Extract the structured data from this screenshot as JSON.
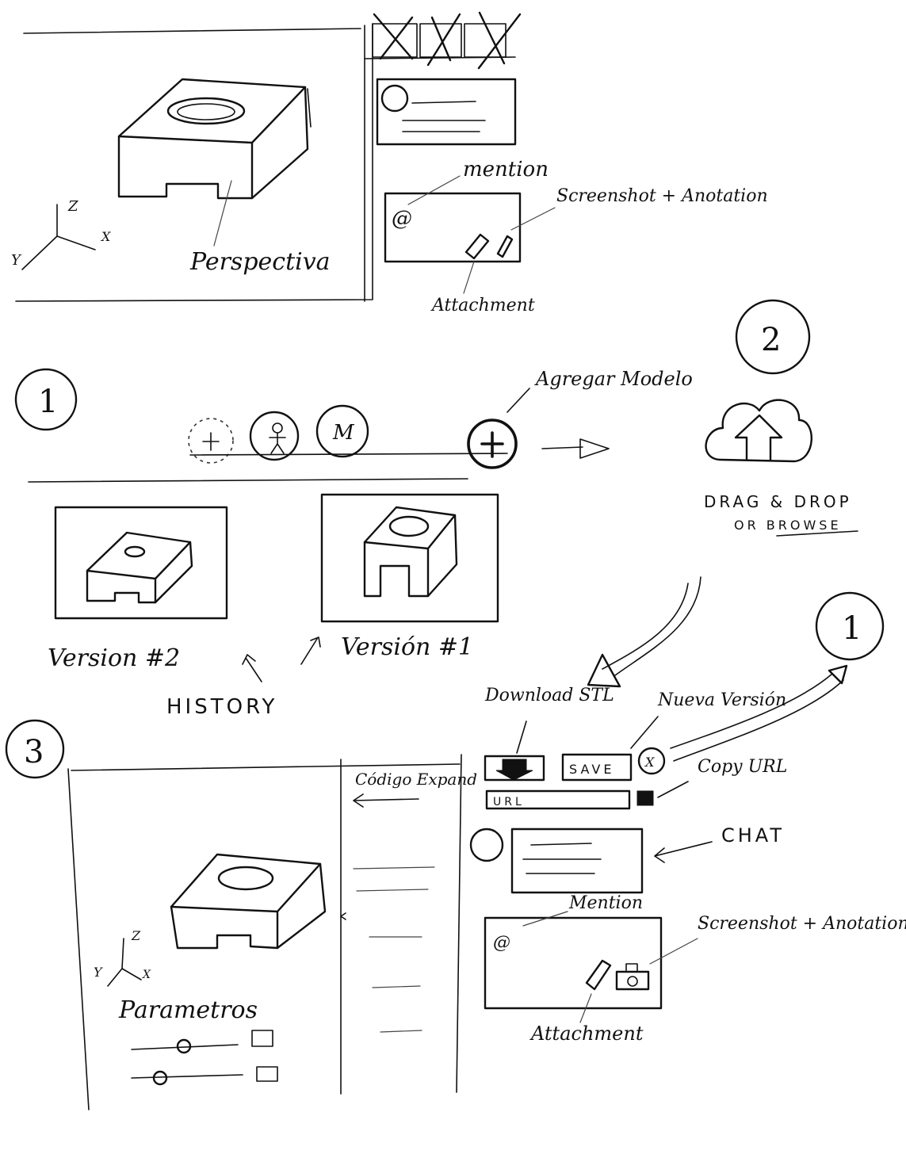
{
  "labels": {
    "mention_top": "mention",
    "screenshot_top": "Screenshot + Anotation",
    "attachment_top": "Attachment",
    "perspectiva": "Perspectiva",
    "axis_z": "Z",
    "axis_x": "X",
    "axis_y": "Y",
    "step_1": "1",
    "step_2": "2",
    "step_3": "3",
    "step_1_right": "1",
    "avatar_m": "M",
    "agregar_modelo": "Agregar Modelo",
    "drag_drop": "DRAG & DROP",
    "or_browse": "OR BROWSE",
    "version_2": "Version #2",
    "version_1": "Versión #1",
    "history": "HISTORY",
    "download_stl": "Download STL",
    "nueva_version": "Nueva Versión",
    "save": "SAVE",
    "url": "URL",
    "copy_url": "Copy URL",
    "chat": "CHAT",
    "mention_bottom": "Mention",
    "screenshot_bottom": "Screenshot + Anotation",
    "attachment_bottom": "Attachment",
    "codigo_expand": "Código Expand",
    "parametros": "Parametros",
    "close_x": "X",
    "at_sign": "@"
  }
}
